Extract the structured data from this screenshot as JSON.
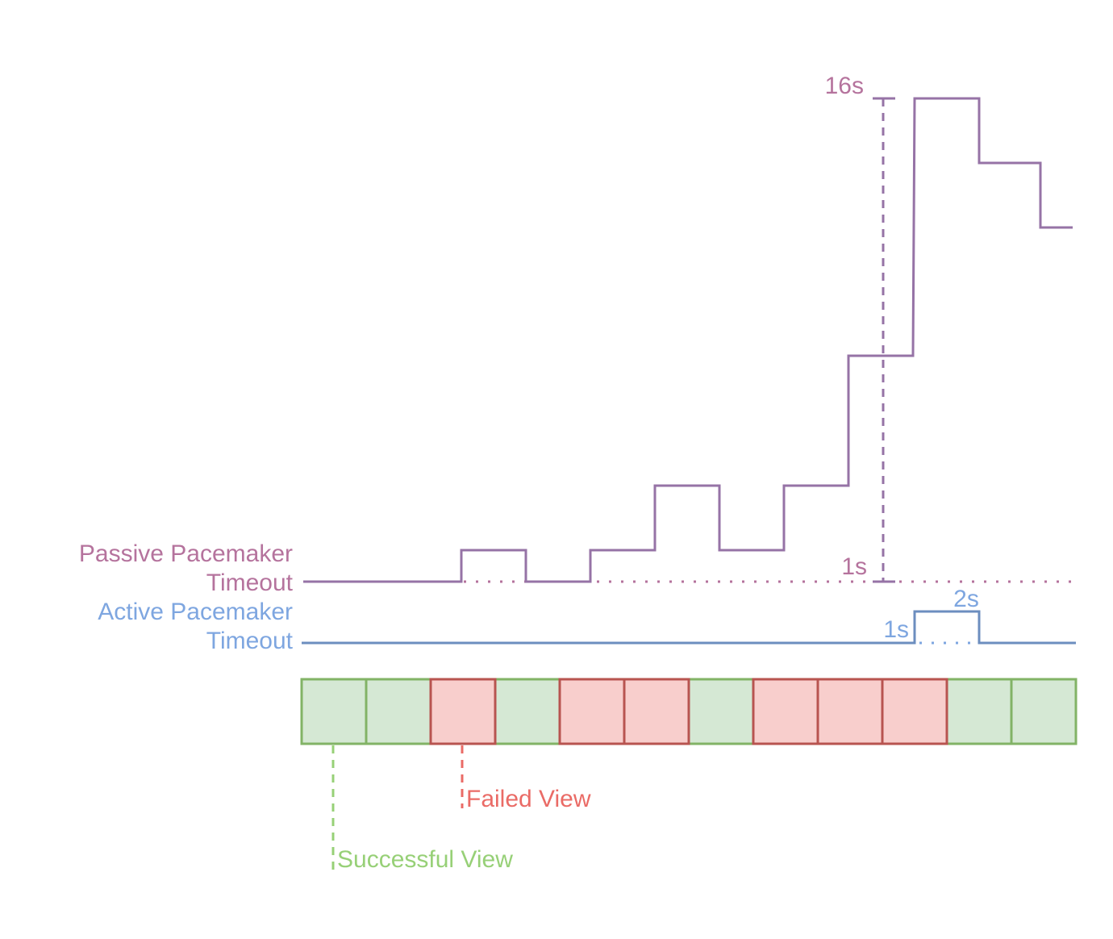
{
  "labels": {
    "passive_line1": "Passive Pacemaker",
    "passive_line2": "Timeout",
    "active_line1": "Active Pacemaker",
    "active_line2": "Timeout",
    "passive_max": "16s",
    "passive_base": "1s",
    "active_base": "1s",
    "active_peak": "2s",
    "failed_view": "Failed View",
    "successful_view": "Successful View"
  },
  "views": [
    "success",
    "success",
    "failed",
    "success",
    "failed",
    "failed",
    "success",
    "failed",
    "failed",
    "failed",
    "success",
    "success"
  ],
  "colors": {
    "passive": "#9673a6",
    "passive_text": "#b5739d",
    "active": "#6c8ebf",
    "active_text": "#7ea6e0",
    "success_fill": "#d5e8d4",
    "success_stroke": "#82b366",
    "failed_fill": "#f8cecc",
    "failed_stroke": "#b85450",
    "failed_text": "#ea6b66",
    "success_text": "#97d077"
  }
}
